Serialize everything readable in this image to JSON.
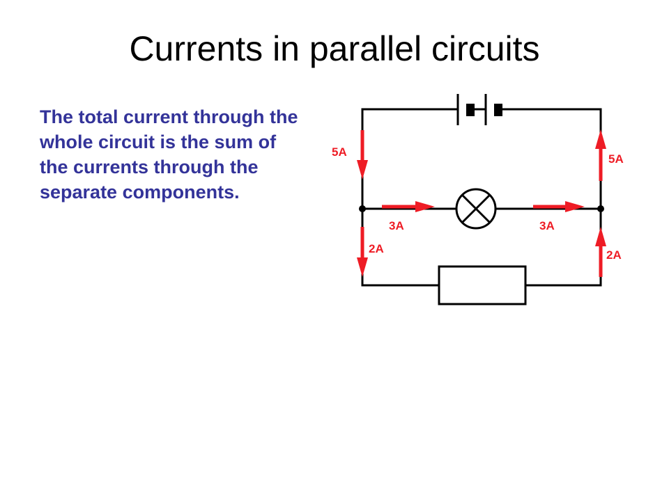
{
  "slide": {
    "title": "Currents in parallel circuits",
    "body": "The total current through the whole circuit is the sum of the currents through the separate components."
  },
  "colors": {
    "body_text": "#333399",
    "arrow": "#ee1c25",
    "wire": "#000000"
  },
  "diagram": {
    "components": [
      "battery-icon",
      "lamp-icon",
      "resistor-icon"
    ],
    "labels": {
      "left_main": "5A",
      "right_main": "5A",
      "lamp_left": "3A",
      "lamp_right": "3A",
      "left_bottom": "2A",
      "right_bottom": "2A"
    }
  }
}
